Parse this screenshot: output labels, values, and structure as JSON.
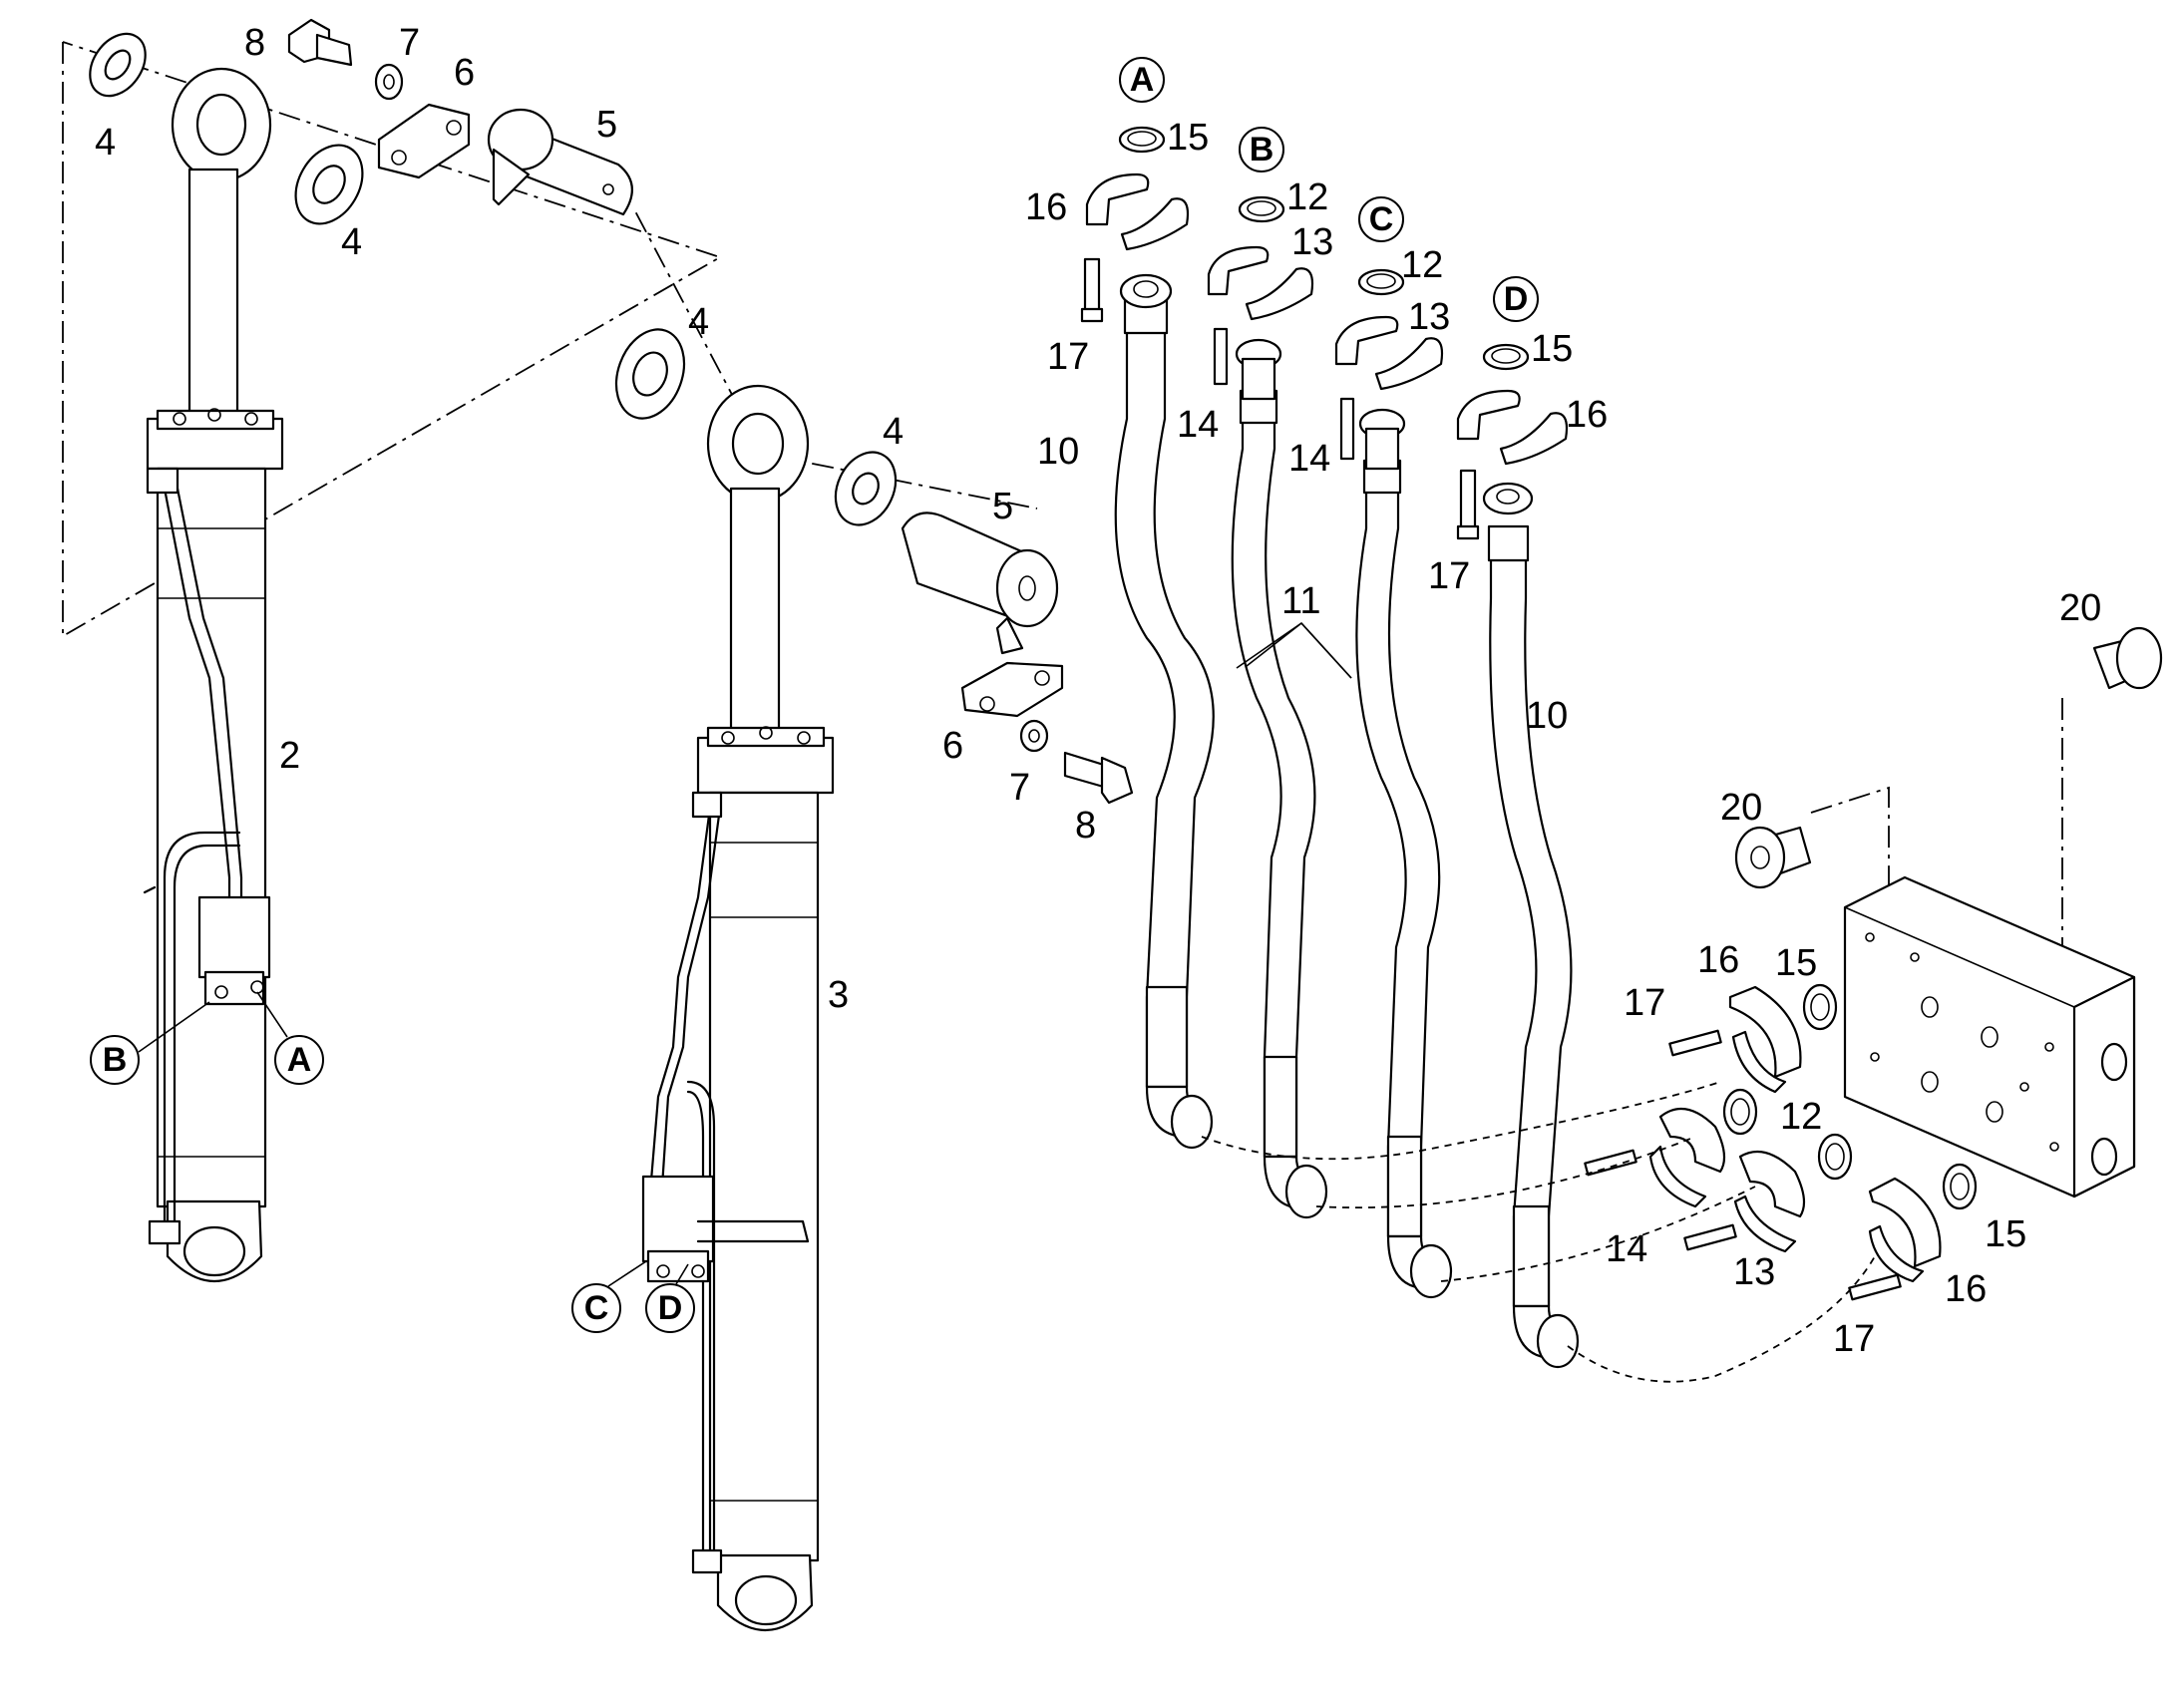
{
  "diagram": {
    "callouts": {
      "c4a": "4",
      "c8a": "8",
      "c7a": "7",
      "c6a": "6",
      "c5a": "5",
      "c4b": "4",
      "c4c": "4",
      "c4d": "4",
      "c5b": "5",
      "c6b": "6",
      "c7b": "7",
      "c8b": "8",
      "c2": "2",
      "c3": "3",
      "c15a": "15",
      "c16a": "16",
      "c17a": "17",
      "c10a": "10",
      "c12a": "12",
      "c13a": "13",
      "c14a": "14",
      "c12b": "12",
      "c13b": "13",
      "c14b": "14",
      "c15b": "15",
      "c16b": "16",
      "c17b": "17",
      "c11": "11",
      "c10b": "10",
      "c20a": "20",
      "c20b": "20",
      "c16c": "16",
      "c15c": "15",
      "c17c": "17",
      "c12c": "12",
      "c14c": "14",
      "c13c": "13",
      "c15d": "15",
      "c16d": "16",
      "c17d": "17"
    },
    "ports": {
      "A_top": "A",
      "B_top": "B",
      "C_top": "C",
      "D_top": "D",
      "B_cyl": "B",
      "A_cyl": "A",
      "C_cyl": "C",
      "D_cyl": "D"
    }
  }
}
